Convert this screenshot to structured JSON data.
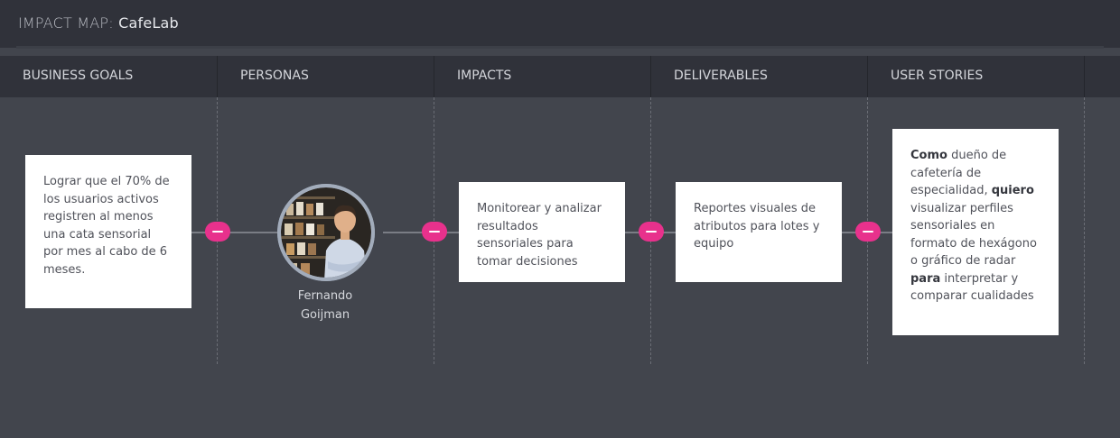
{
  "header": {
    "title_prefix": "IMPACT MAP:",
    "app_name": "CafeLab"
  },
  "columns": [
    "BUSINESS GOALS",
    "PERSONAS",
    "IMPACTS",
    "DELIVERABLES",
    "USER STORIES"
  ],
  "business_goal": {
    "text": "Lograr que el 70% de los usuarios activos registren al menos una cata sensorial por mes al cabo de 6 meses."
  },
  "persona": {
    "name_line1": "Fernando",
    "name_line2": "Goijman",
    "icon": "persona-photo"
  },
  "impact": {
    "text": "Monitorear y analizar resultados sensoriales para tomar decisiones"
  },
  "deliverable": {
    "text": "Reportes visuales de atributos para lotes y equipo"
  },
  "user_story": {
    "como": "Como",
    "part1": " dueño de cafetería de especialidad, ",
    "quiero": "quiero",
    "part2": " visualizar perfiles sensoriales en formato de hexágono o gráfico de radar ",
    "para": "para",
    "part3": " interpretar y comparar cualidades"
  },
  "colors": {
    "background": "#42454d",
    "header_bar": "#30323a",
    "accent_pill": "#e8318c",
    "card": "#ffffff"
  }
}
